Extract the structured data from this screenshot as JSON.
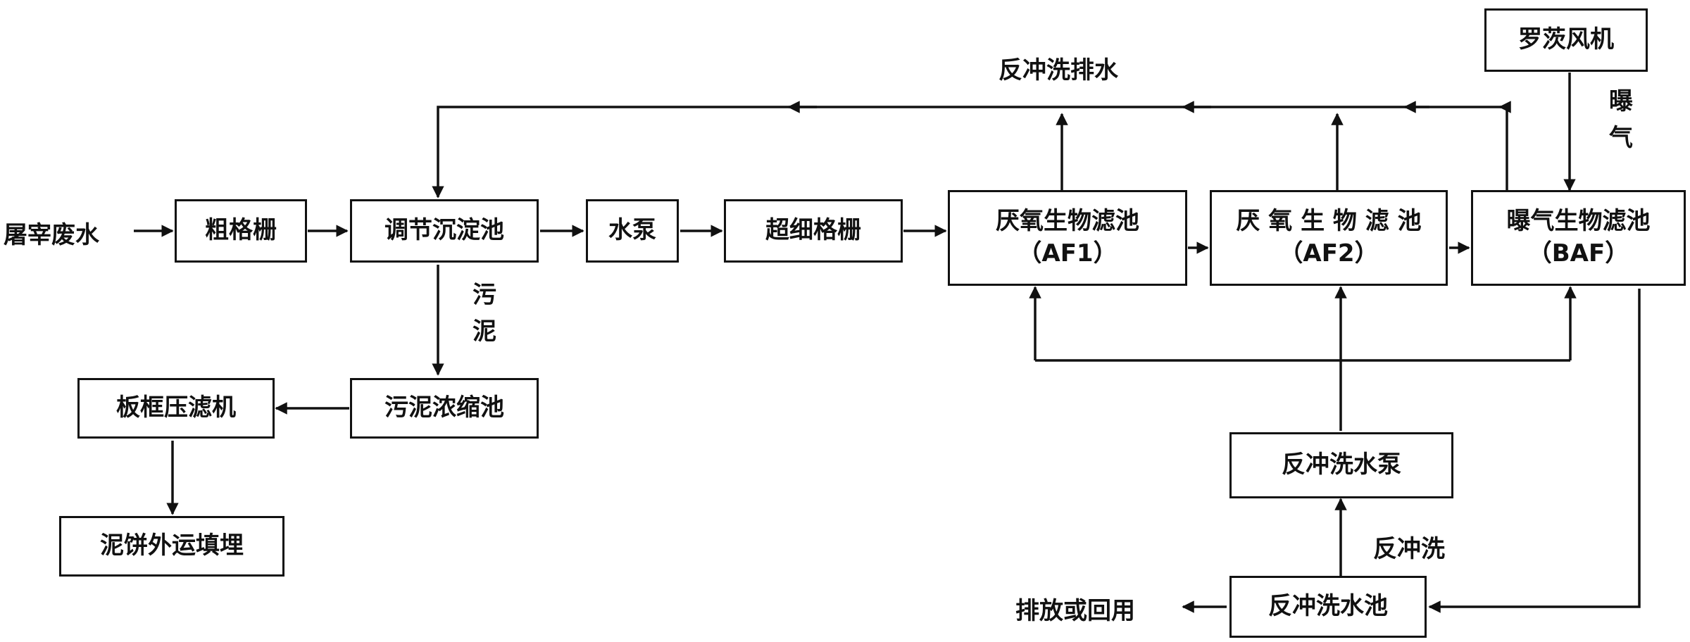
{
  "boxes": {
    "slaughter_wastewater": "屠宰废水",
    "coarse_screen": "粗格栅",
    "settling_tank": "调节沉淀池",
    "water_pump": "水泵",
    "ultrafine_screen": "超细格栅",
    "af1_title": "厌氧生物滤池",
    "af1_code": "（AF1）",
    "af2_title": "厌 氧 生 物 滤 池",
    "af2_code": "（AF2）",
    "baf_title": "曝气生物滤池",
    "baf_code": "（BAF）",
    "roots_blower": "罗茨风机",
    "plate_filter_press": "板框压滤机",
    "sludge_thickener": "污泥浓缩池",
    "sludge_cake_disposal": "泥饼外运填埋",
    "backwash_pump": "反冲洗水泵",
    "backwash_tank": "反冲洗水池"
  },
  "labels": {
    "backwash_drain": "反冲洗排水",
    "aeration_1": "曝",
    "aeration_2": "气",
    "sludge_1": "污",
    "sludge_2": "泥",
    "backwash": "反冲洗",
    "discharge_or_reuse": "排放或回用"
  },
  "colors": {
    "stroke": "#111111",
    "background": "#ffffff"
  }
}
